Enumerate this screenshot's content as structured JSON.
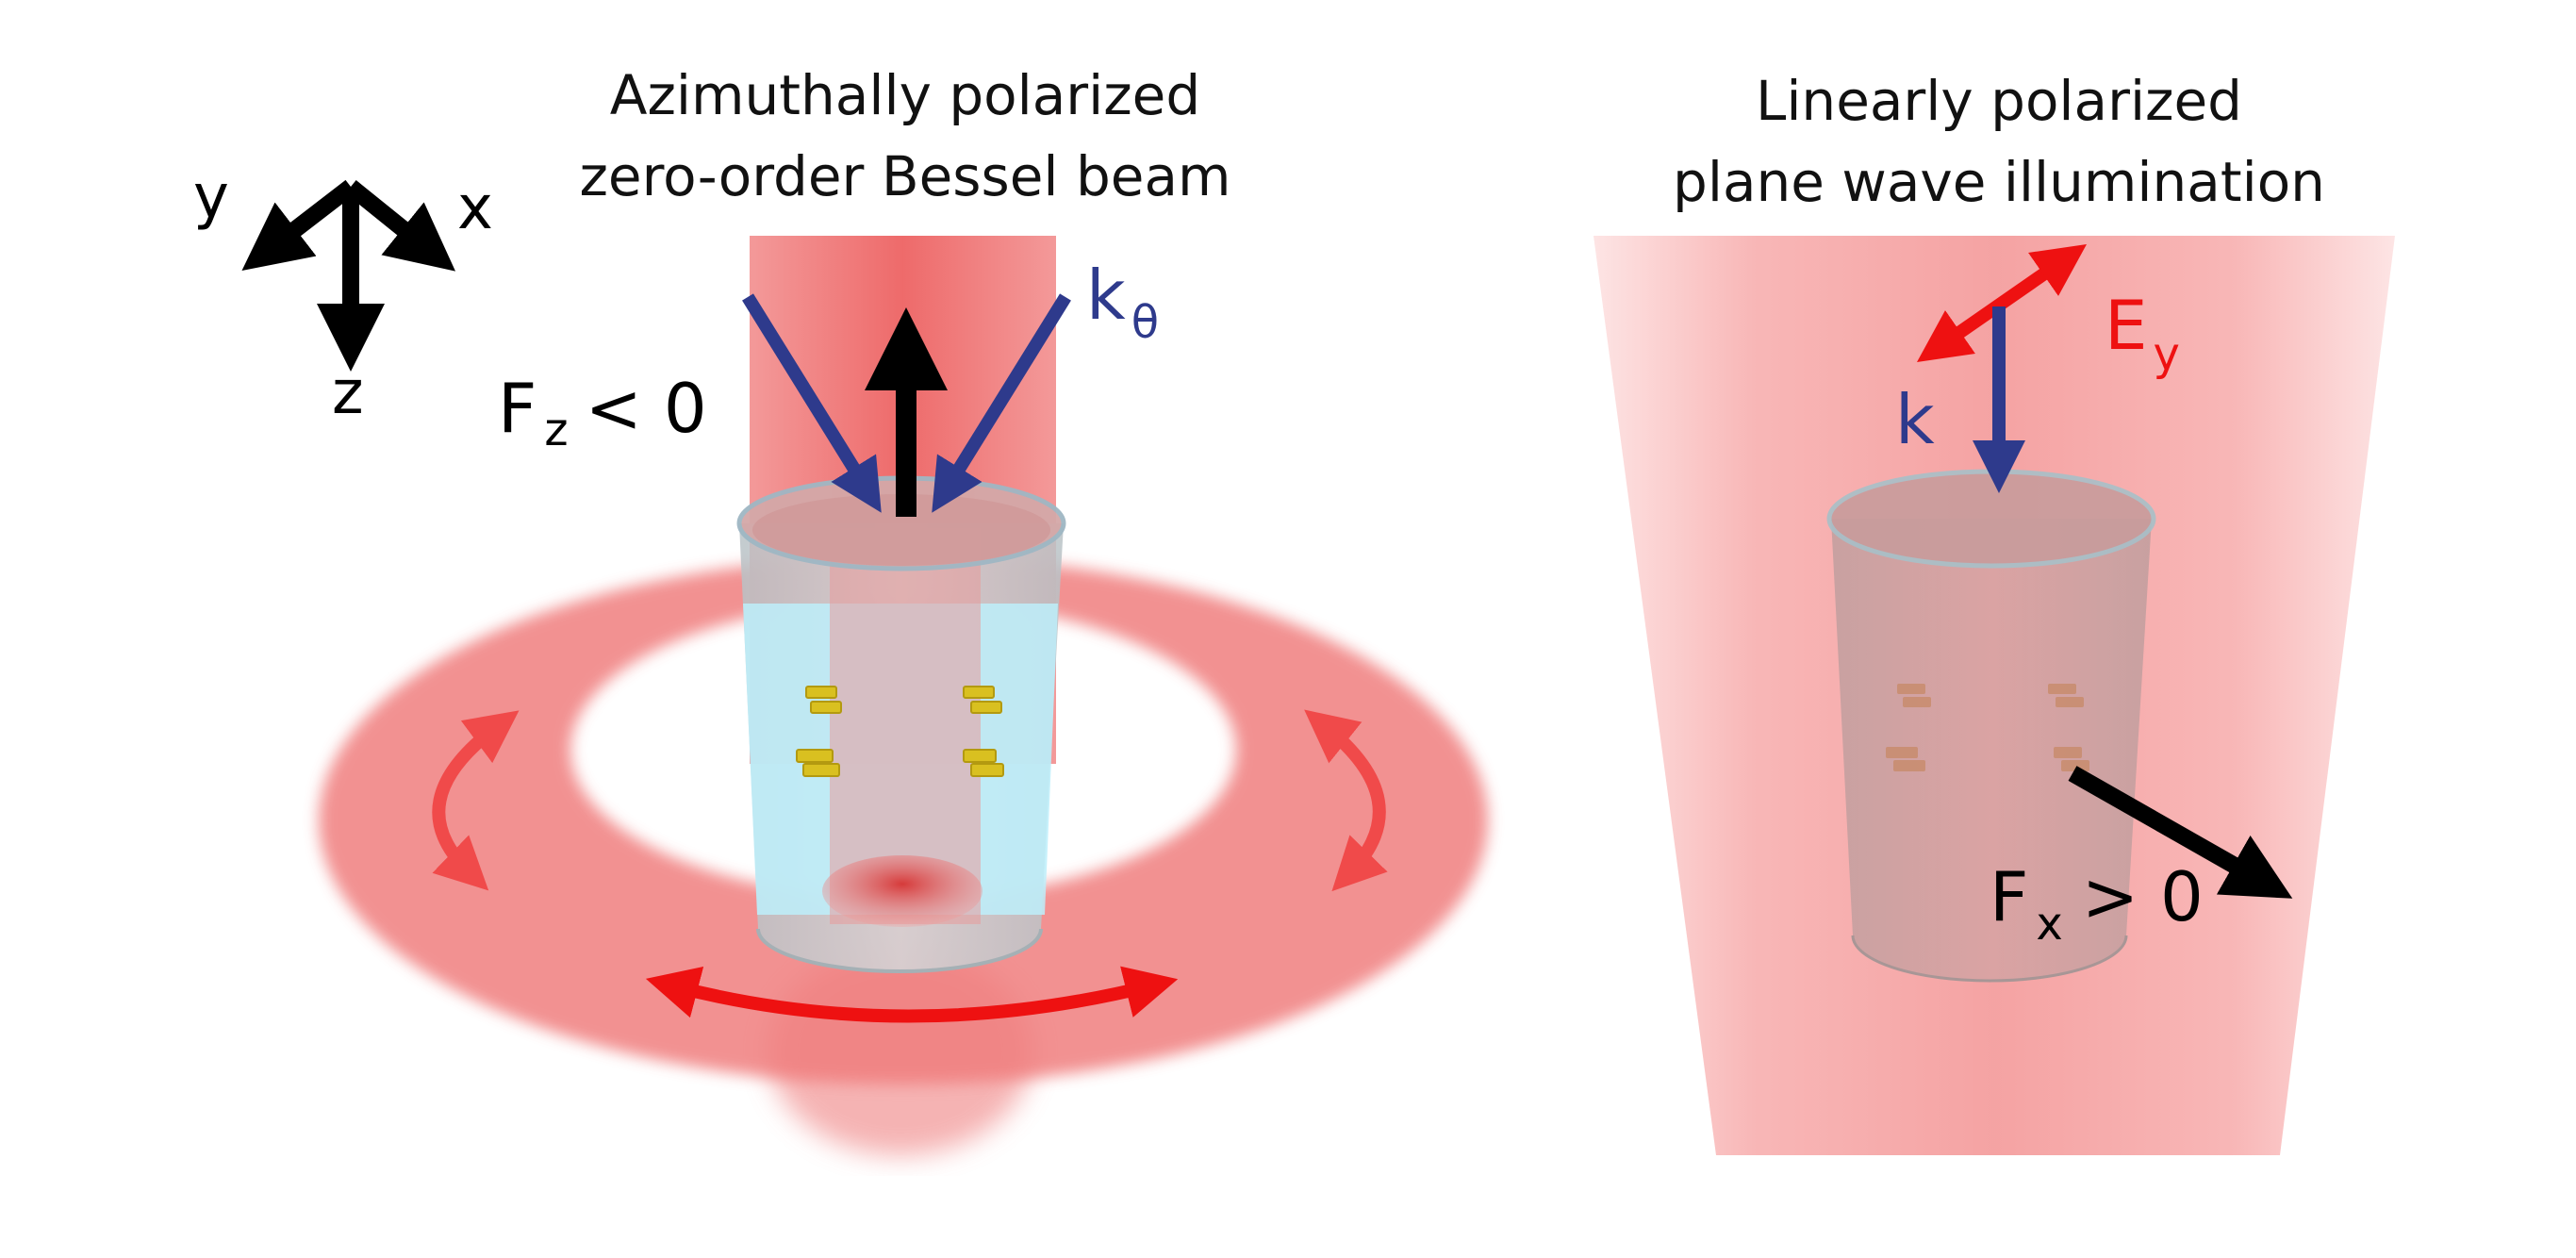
{
  "left_panel": {
    "title_line1": "Azimuthally polarized",
    "title_line2": "zero-order Bessel beam",
    "axes": {
      "x": "x",
      "y": "y",
      "z": "z"
    },
    "force_symbol": "F",
    "force_sub": "z",
    "force_relation": "< 0",
    "wavevector_symbol": "k",
    "wavevector_sub": "θ"
  },
  "right_panel": {
    "title_line1": "Linearly polarized",
    "title_line2": "plane wave illumination",
    "field_symbol": "E",
    "field_sub": "y",
    "wavevector_label": "k",
    "force_symbol": "F",
    "force_sub": "x",
    "force_relation": "> 0"
  },
  "colors": {
    "beam_red": "#f06a6a",
    "arrow_red": "#ee1111",
    "arrow_blue": "#2e3a8c",
    "arrow_black": "#000000",
    "water_cyan": "#bdeefa",
    "nanoparticle_gold": "#d9c020"
  }
}
